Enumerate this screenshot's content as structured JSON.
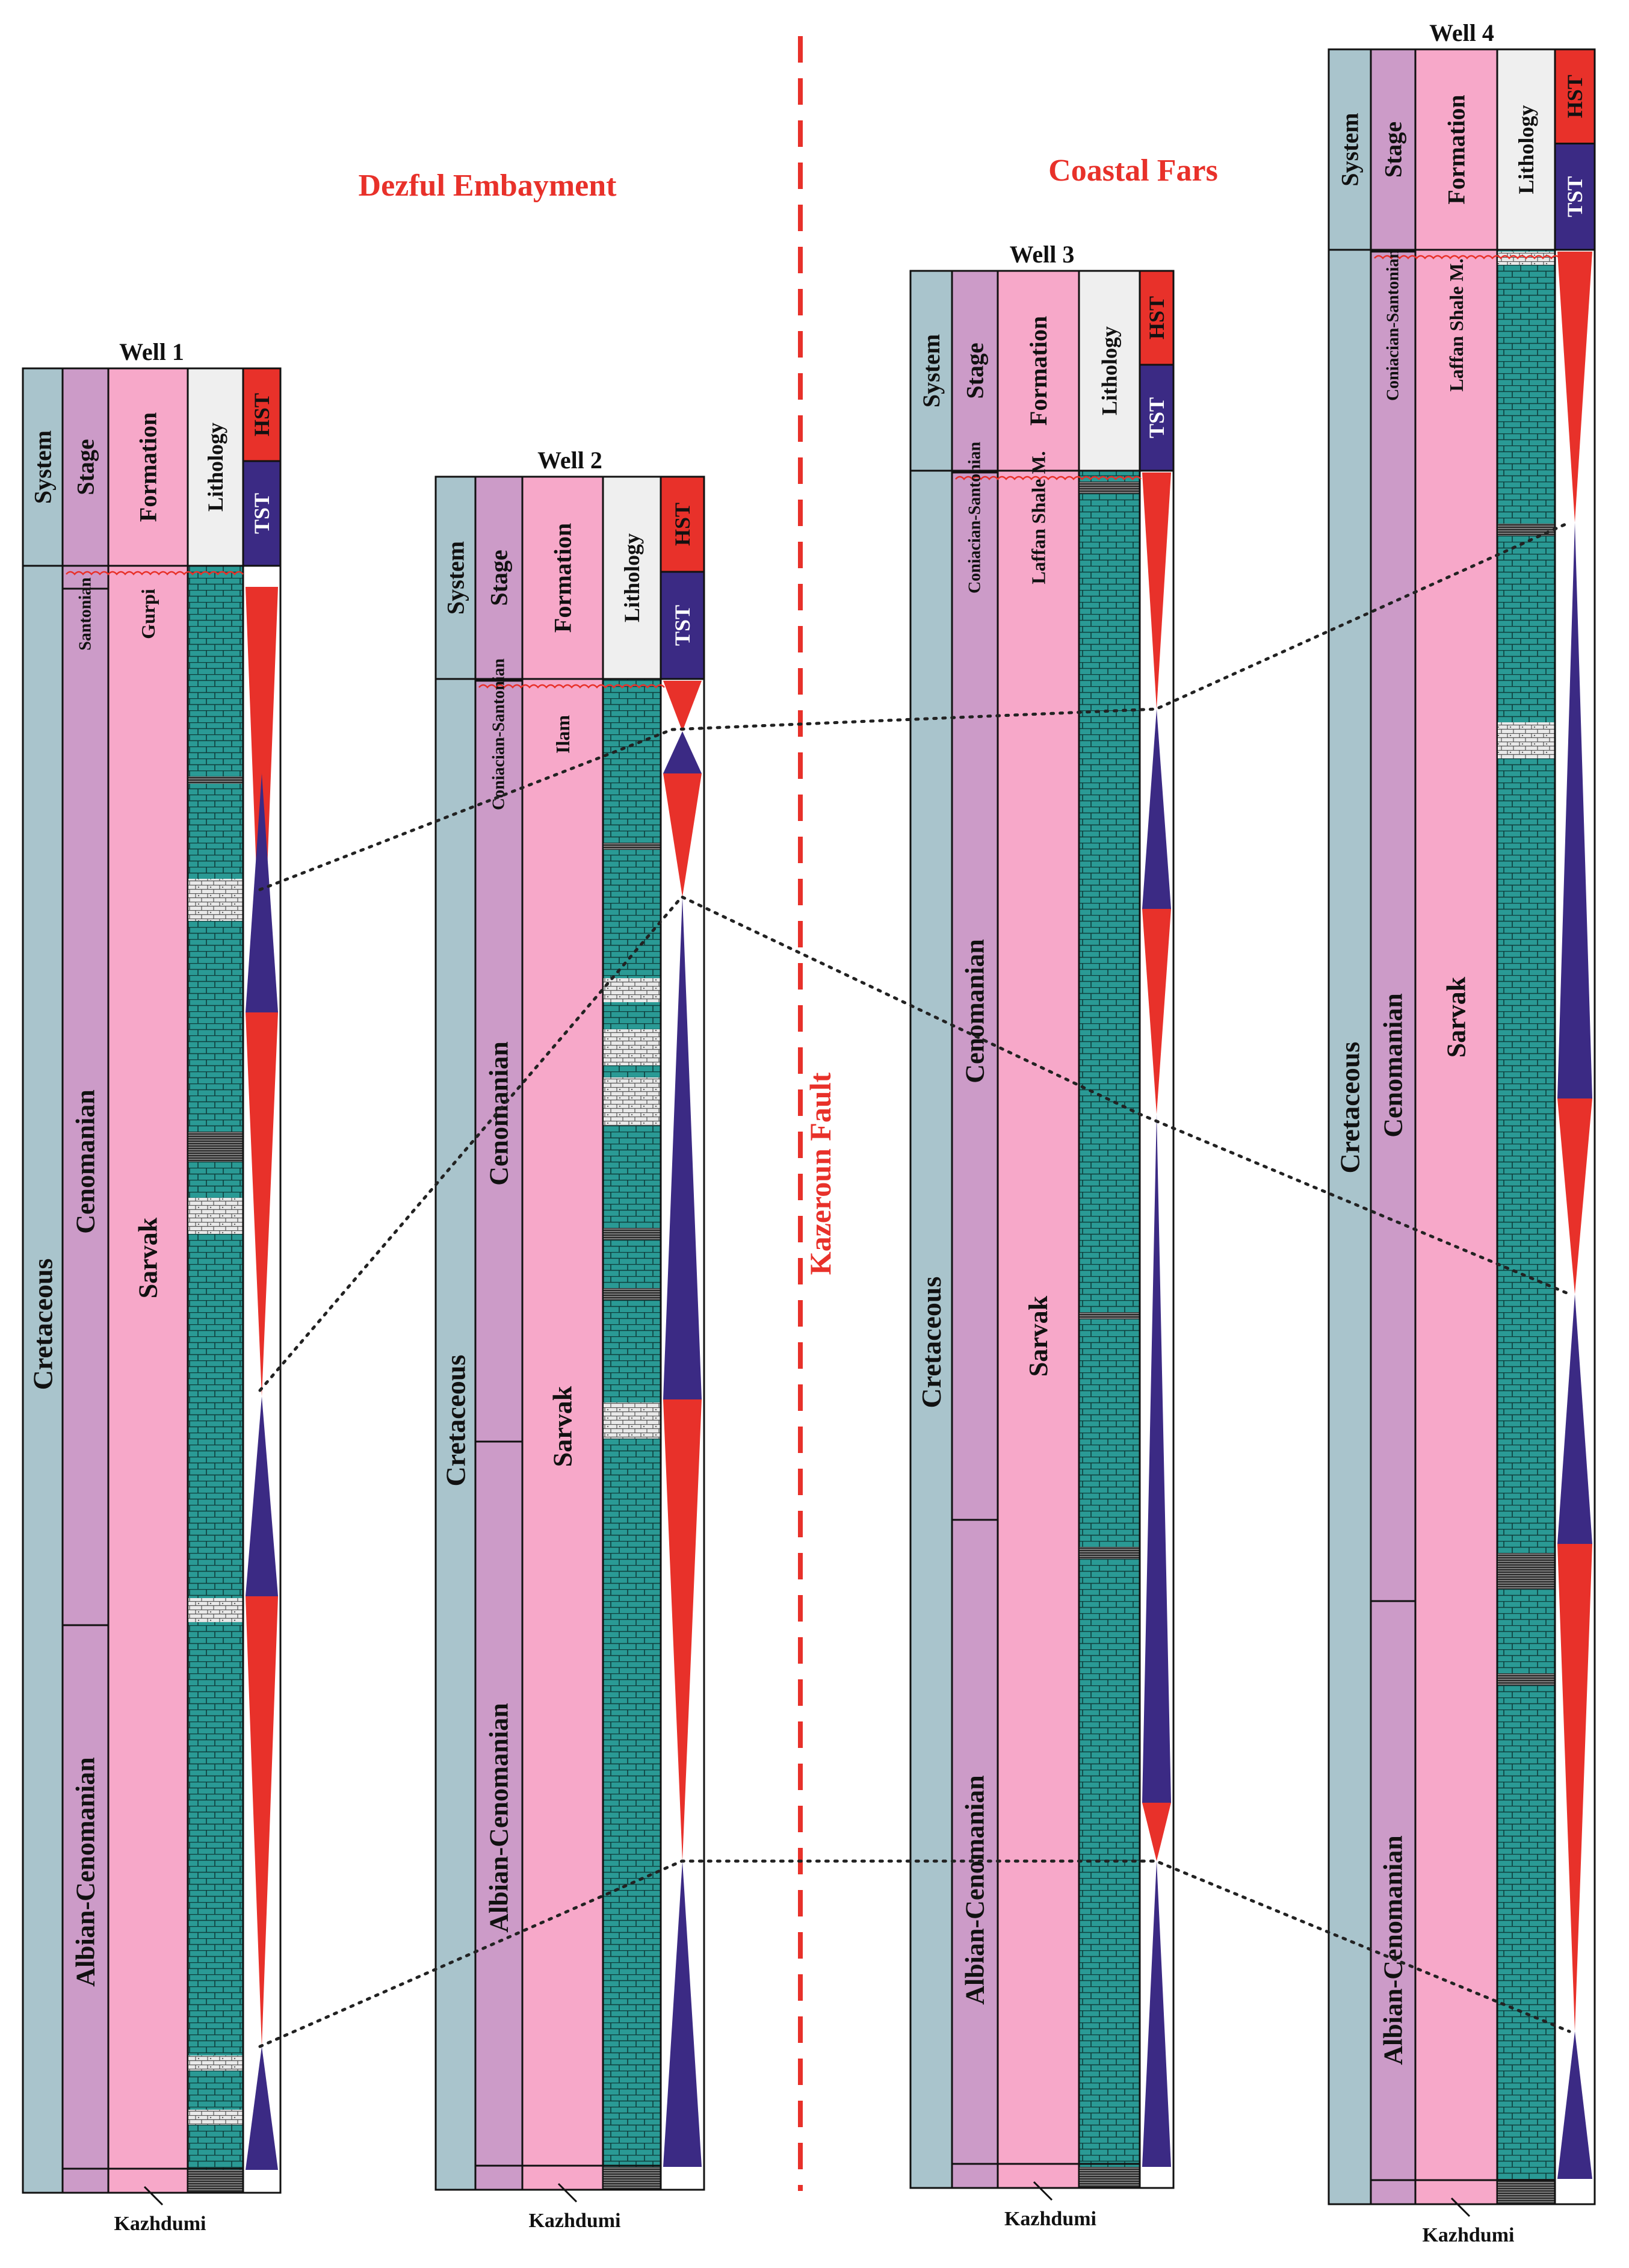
{
  "regions": {
    "left": "Dezful Embayment",
    "right": "Coastal Fars",
    "fault": "Kazeroun Fault"
  },
  "column_headers": {
    "system": "System",
    "stage": "Stage",
    "formation": "Formation",
    "lithology": "Lithology",
    "hst": "HST",
    "tst": "TST"
  },
  "colors": {
    "system": "#a9c4cc",
    "stage": "#cc9bc8",
    "formation": "#f7a8c9",
    "lithology_header": "#efefef",
    "limestone": "#2a9a95",
    "hst": "#e8312a",
    "tst": "#3b2a84",
    "fault": "#e8312a",
    "region_text": "#e8312a"
  },
  "wells": [
    {
      "name": "Well 1",
      "system": "Cretaceous",
      "stages": [
        "Santonian",
        "Cenomanian",
        "Albian-Cenomanian"
      ],
      "formations": [
        "Gurpi",
        "Sarvak"
      ],
      "base": "Kazhdumi"
    },
    {
      "name": "Well 2",
      "system": "Cretaceous",
      "stages": [
        "Coniacian-Santonian",
        "Cenomanian",
        "Albian-Cenomanian"
      ],
      "formations": [
        "Ilam",
        "Sarvak"
      ],
      "base": "Kazhdumi"
    },
    {
      "name": "Well 3",
      "system": "Cretaceous",
      "stages": [
        "Coniacian-Santonian",
        "Cenomanian",
        "Albian-Cenomanian"
      ],
      "formations": [
        "Laffan Shale M.",
        "Sarvak"
      ],
      "base": "Kazhdumi"
    },
    {
      "name": "Well 4",
      "system": "Cretaceous",
      "stages": [
        "Coniacian-Santonian",
        "Cenomanian",
        "Albian-Cenomanian"
      ],
      "formations": [
        "Laffan Shale M.",
        "Sarvak"
      ],
      "base": "Kazhdumi"
    }
  ]
}
